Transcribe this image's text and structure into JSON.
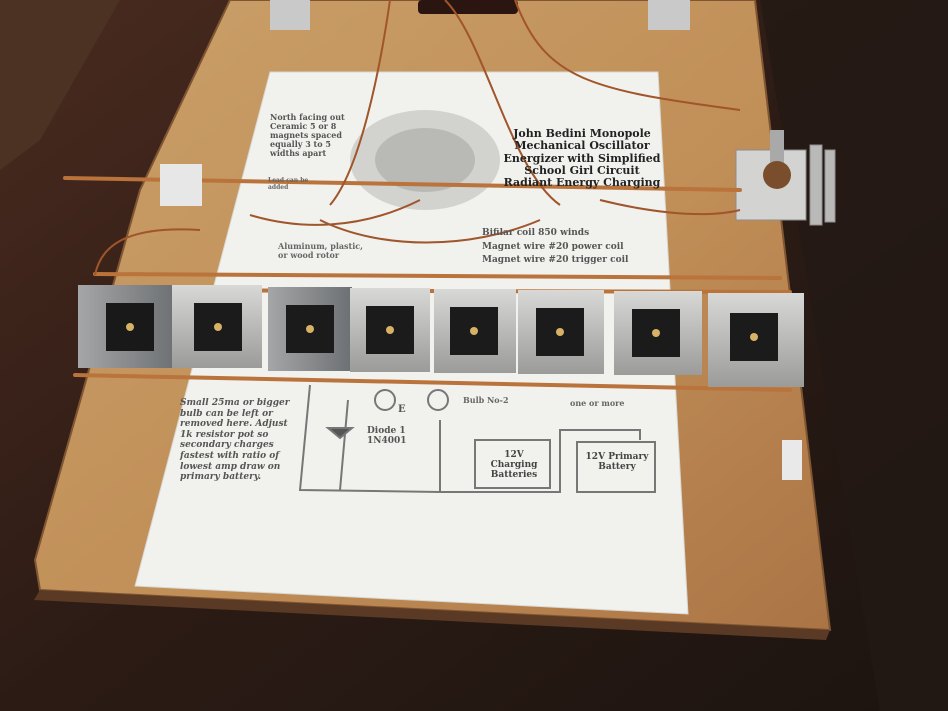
{
  "scene": {
    "description_free": true
  },
  "paper": {
    "title_lines": [
      "John Bedini Monopole",
      "Mechanical Oscillator",
      "Energizer with Simplified",
      "School Girl Circuit",
      "Radiant Energy Charging"
    ],
    "note_magnets": "North facing out Ceramic 5 or 8 magnets spaced equally 3 to 5 widths apart",
    "note_lead": "Lead can be added",
    "note_rotor": "Aluminum, plastic, or wood rotor",
    "coil_lines": [
      "Bifilar coil 850 winds",
      "Magnet wire #20 power coil",
      "Magnet wire #20 trigger coil"
    ],
    "bottom_note": "Small 25ma or bigger bulb can be left or removed here. Adjust 1k resistor pot so secondary charges fastest with ratio of lowest amp draw on primary battery.",
    "diode_label": "Diode 1 1N4001",
    "e_label": "E",
    "bulb_label": "Bulb No-2",
    "one_more": "one or more",
    "battery_charging": "12V Charging Batteries",
    "battery_primary": "12V Primary Battery"
  },
  "colors": {
    "wood_board": "#c9935a",
    "table": "#3a2419",
    "paper": "#f2f2ef",
    "copper": "#b86a35",
    "aluminum": "#bdbdbd",
    "transistor": "#1d1d1d"
  }
}
